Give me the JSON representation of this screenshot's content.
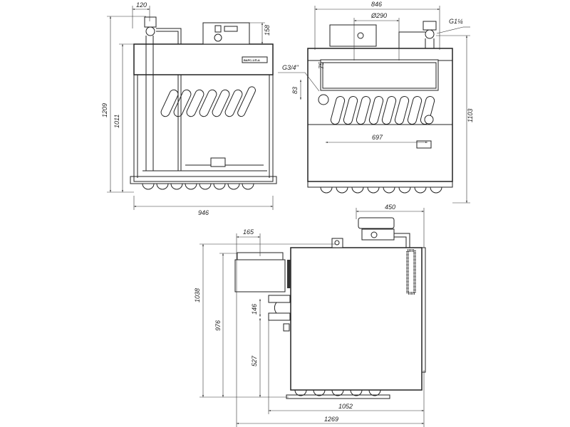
{
  "front_view": {
    "nameplate": "ВАРС-1/П-А",
    "dims": {
      "valve_offset": "120",
      "control_height": "158",
      "total_height": "1209",
      "body_height": "1011",
      "width": "946"
    }
  },
  "rear_view": {
    "dims": {
      "width": "846",
      "flue_diameter": "Ø290",
      "gas_thread": "G1¼",
      "water_thread": "G3/4\"",
      "pipe_offset": "75",
      "pipe_spacing": "83",
      "burner_span": "697",
      "height": "1103"
    }
  },
  "side_view": {
    "dims": {
      "valve_depth": "450",
      "flue_offset": "165",
      "total_height": "1038",
      "flue_height": "976",
      "pipe_spacing": "146",
      "pipe_height": "527",
      "body_depth": "1052",
      "total_depth": "1269"
    }
  }
}
